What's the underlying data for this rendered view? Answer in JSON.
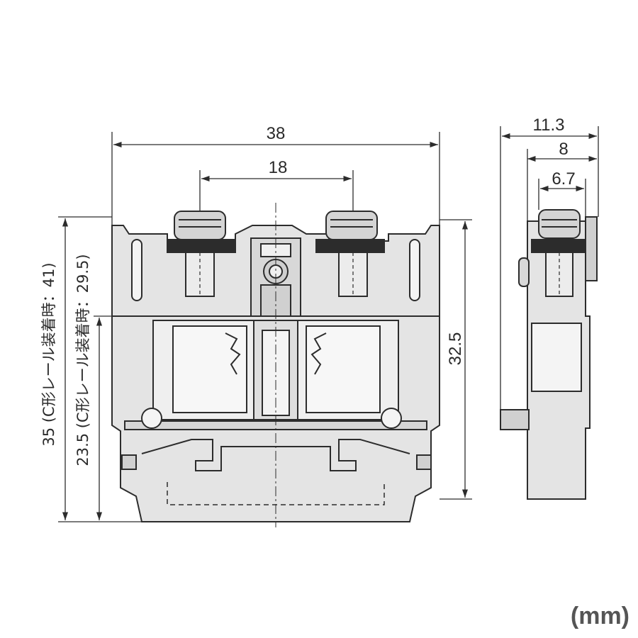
{
  "dimensions": {
    "overall_width": "38",
    "screw_pitch": "18",
    "side_width": "11.3",
    "side_width_2": "8",
    "side_width_3": "6.7",
    "height_right": "32.5",
    "height_total": "35 (C形レール装着時：41)",
    "height_base": "23.5 (C形レール装着時：29.5)"
  },
  "unit_label": "(mm)",
  "colors": {
    "fill": "#e4e4e4",
    "line": "#2c2c2c",
    "inner": "#f4f4f4"
  }
}
